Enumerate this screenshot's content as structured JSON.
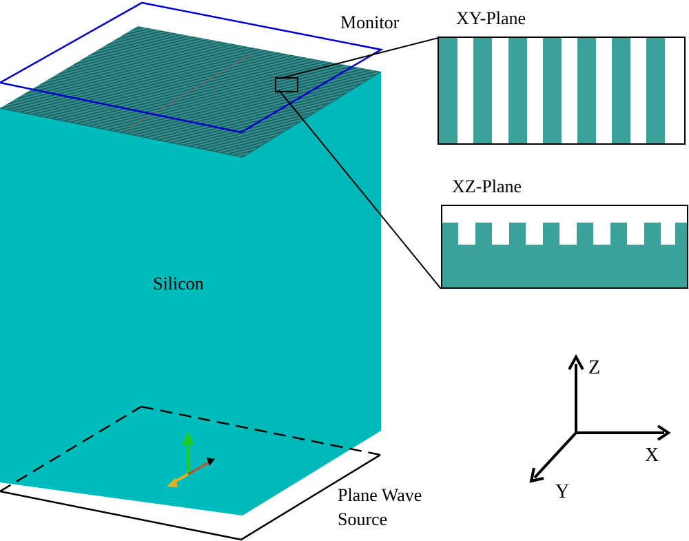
{
  "labels": {
    "monitor": "Monitor",
    "xy_plane": "XY-Plane",
    "xz_plane": "XZ-Plane",
    "silicon": "Silicon",
    "source_line1": "Plane Wave",
    "source_line2": "Source",
    "axis_z": "Z",
    "axis_x": "X",
    "axis_y": "Y"
  },
  "colors": {
    "silicon_front": "#00bcbc",
    "silicon_side": "#00b4b4",
    "silicon_top": "#2e8c8c",
    "grating_inset": "#3aa19b",
    "monitor_outline": "#0000cc",
    "outline": "#000000"
  },
  "inset_xy": {
    "stripe_count": 7
  },
  "inset_xz": {
    "tooth_count": 8
  }
}
